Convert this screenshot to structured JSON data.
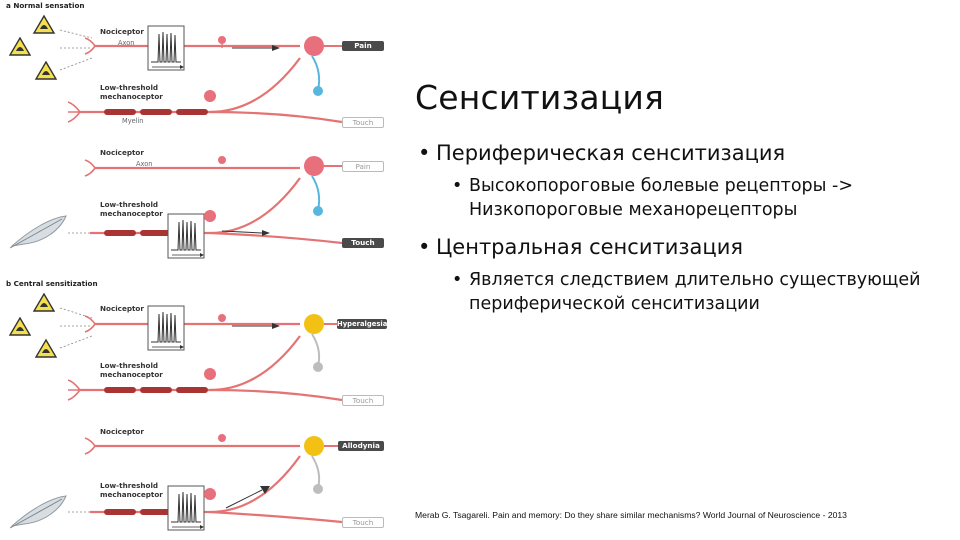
{
  "slide": {
    "title": "Сенситизация",
    "bullets": [
      {
        "text": "Периферическая сенситизация",
        "sub": [
          "Высокопороговые болевые рецепторы -> Низкопороговые механорецепторы"
        ]
      },
      {
        "text": "Центральная сенситизация",
        "sub": [
          "Является следствием длительно существующей периферической сенситизации"
        ]
      }
    ],
    "citation": "Merab G. Tsagareli. Pain and memory: Do they share similar mechanisms? World Journal of Neuroscience - 2013"
  },
  "figure": {
    "section_a": "a  Normal sensation",
    "section_b": "b  Central sensitization",
    "labels": {
      "nociceptor": "Nociceptor",
      "axon": "Axon",
      "low_threshold": "Low-threshold",
      "mechanoceptor": "mechanoceptor",
      "myelin": "Myelin"
    },
    "outputs": [
      "Pain",
      "Touch",
      "Pain",
      "Touch",
      "Hyperalgesia",
      "Touch",
      "Allodynia",
      "Touch"
    ],
    "colors": {
      "axon": "#e57373",
      "myelin": "#a93434",
      "neuron": "#e8707c",
      "inhibitory": "#57b7de",
      "sensitized": "#f2c114",
      "inactive": "#bdbdbd",
      "output_box": "#4a4a4a",
      "warning": "#f4e04d"
    }
  }
}
